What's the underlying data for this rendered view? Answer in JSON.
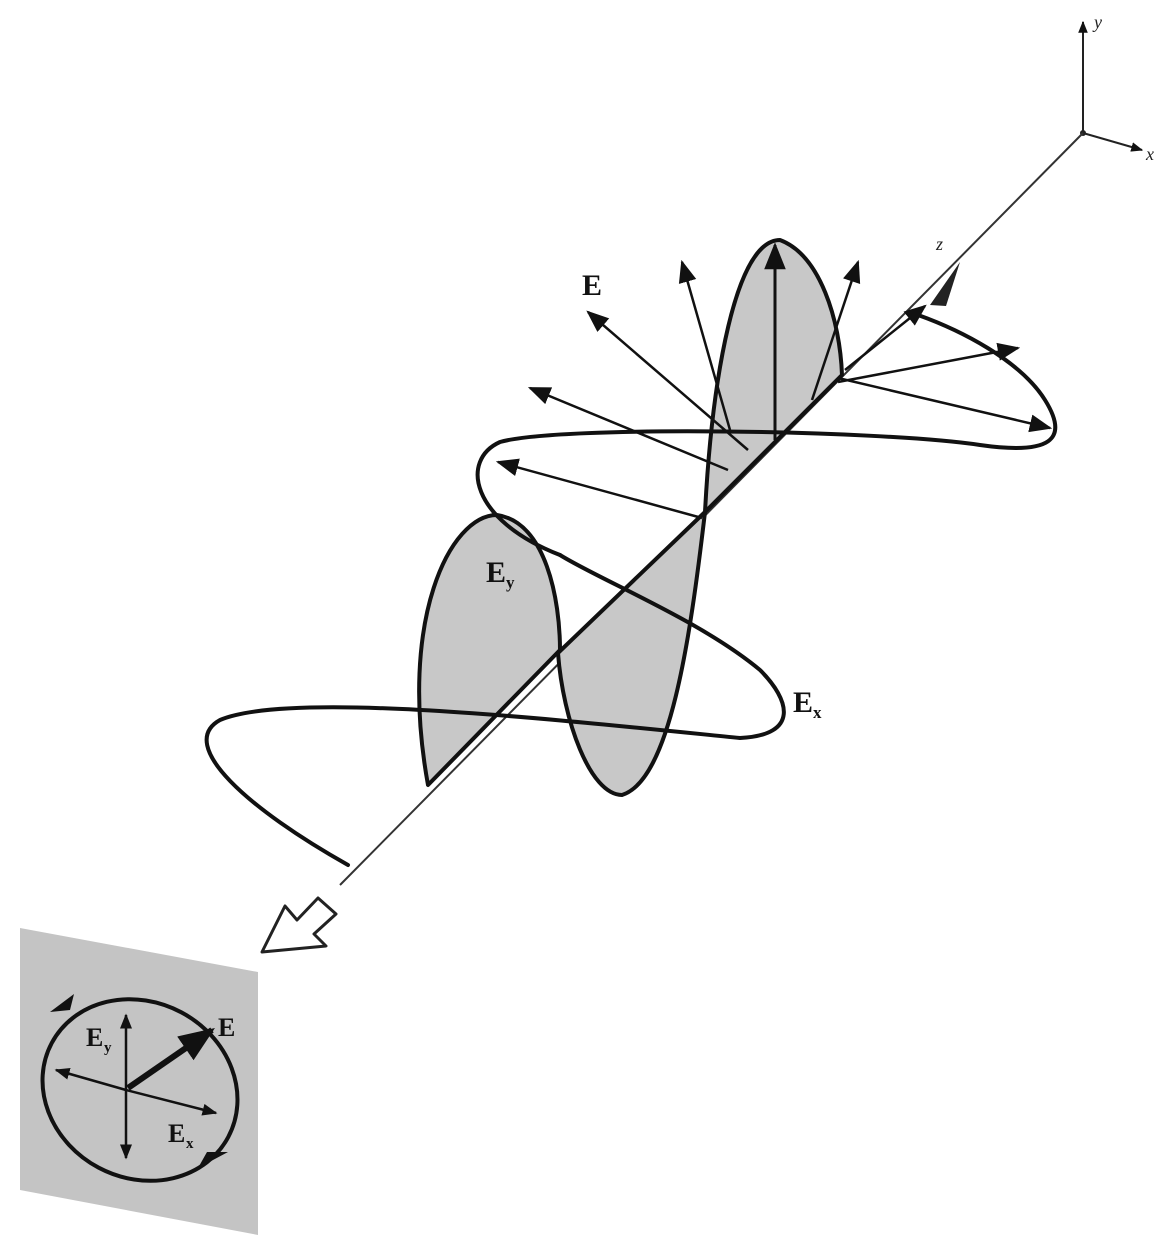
{
  "labels": {
    "axis_y": "y",
    "axis_x": "x",
    "axis_z": "z",
    "vector_E": "E",
    "wave_Ey_main": "E",
    "wave_Ey_sub": "y",
    "wave_Ex_main": "E",
    "wave_Ex_sub": "x",
    "inset_E": "E",
    "inset_Ey_main": "E",
    "inset_Ey_sub": "y",
    "inset_Ex_main": "E",
    "inset_Ex_sub": "x"
  },
  "colors": {
    "ink": "#111111",
    "shade": "#c8c8c8",
    "panel": "#c4c4c4",
    "background": "#ffffff"
  }
}
